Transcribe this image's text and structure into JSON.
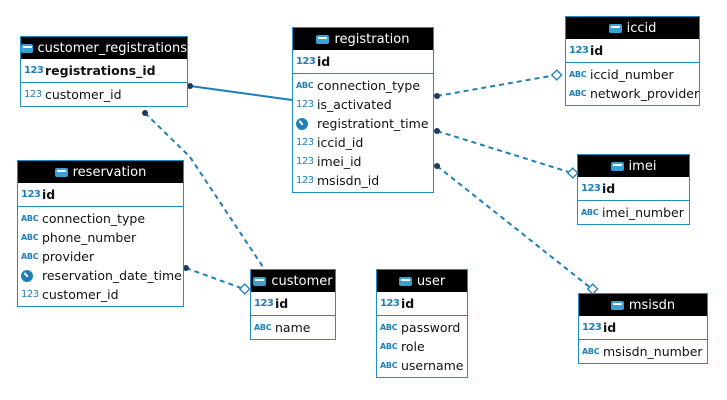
{
  "tables": {
    "customer_registrations": {
      "title": "customer_registrations",
      "pk": [
        {
          "name": "registrations_id",
          "icon": "number-key-icon"
        }
      ],
      "cols": [
        {
          "name": "customer_id",
          "icon": "number-fk-icon"
        }
      ]
    },
    "registration": {
      "title": "registration",
      "pk": [
        {
          "name": "id",
          "icon": "number-key-icon"
        }
      ],
      "cols": [
        {
          "name": "connection_type",
          "icon": "text-icon"
        },
        {
          "name": "is_activated",
          "icon": "number-icon"
        },
        {
          "name": "registrationt_time",
          "icon": "clock-icon"
        },
        {
          "name": "iccid_id",
          "icon": "number-icon"
        },
        {
          "name": "imei_id",
          "icon": "number-icon"
        },
        {
          "name": "msisdn_id",
          "icon": "number-icon"
        }
      ]
    },
    "iccid": {
      "title": "iccid",
      "pk": [
        {
          "name": "id",
          "icon": "number-key-icon"
        }
      ],
      "cols": [
        {
          "name": "iccid_number",
          "icon": "text-icon"
        },
        {
          "name": "network_provider",
          "icon": "text-icon"
        }
      ]
    },
    "imei": {
      "title": "imei",
      "pk": [
        {
          "name": "id",
          "icon": "number-key-icon"
        }
      ],
      "cols": [
        {
          "name": "imei_number",
          "icon": "text-icon"
        }
      ]
    },
    "reservation": {
      "title": "reservation",
      "pk": [
        {
          "name": "id",
          "icon": "number-key-icon"
        }
      ],
      "cols": [
        {
          "name": "connection_type",
          "icon": "text-icon"
        },
        {
          "name": "phone_number",
          "icon": "text-icon"
        },
        {
          "name": "provider",
          "icon": "text-icon"
        },
        {
          "name": "reservation_date_time",
          "icon": "clock-icon"
        },
        {
          "name": "customer_id",
          "icon": "number-fk-icon"
        }
      ]
    },
    "customer": {
      "title": "customer",
      "pk": [
        {
          "name": "id",
          "icon": "number-key-icon"
        }
      ],
      "cols": [
        {
          "name": "name",
          "icon": "text-icon"
        }
      ]
    },
    "user": {
      "title": "user",
      "pk": [
        {
          "name": "id",
          "icon": "number-key-icon"
        }
      ],
      "cols": [
        {
          "name": "password",
          "icon": "text-icon"
        },
        {
          "name": "role",
          "icon": "text-icon"
        },
        {
          "name": "username",
          "icon": "text-icon"
        }
      ]
    },
    "msisdn": {
      "title": "msisdn",
      "pk": [
        {
          "name": "id",
          "icon": "number-key-icon"
        }
      ],
      "cols": [
        {
          "name": "msisdn_number",
          "icon": "text-icon"
        }
      ]
    }
  },
  "colors": {
    "border": "#1e8fc6",
    "header": "#000000",
    "link": "#1e7fb8"
  }
}
